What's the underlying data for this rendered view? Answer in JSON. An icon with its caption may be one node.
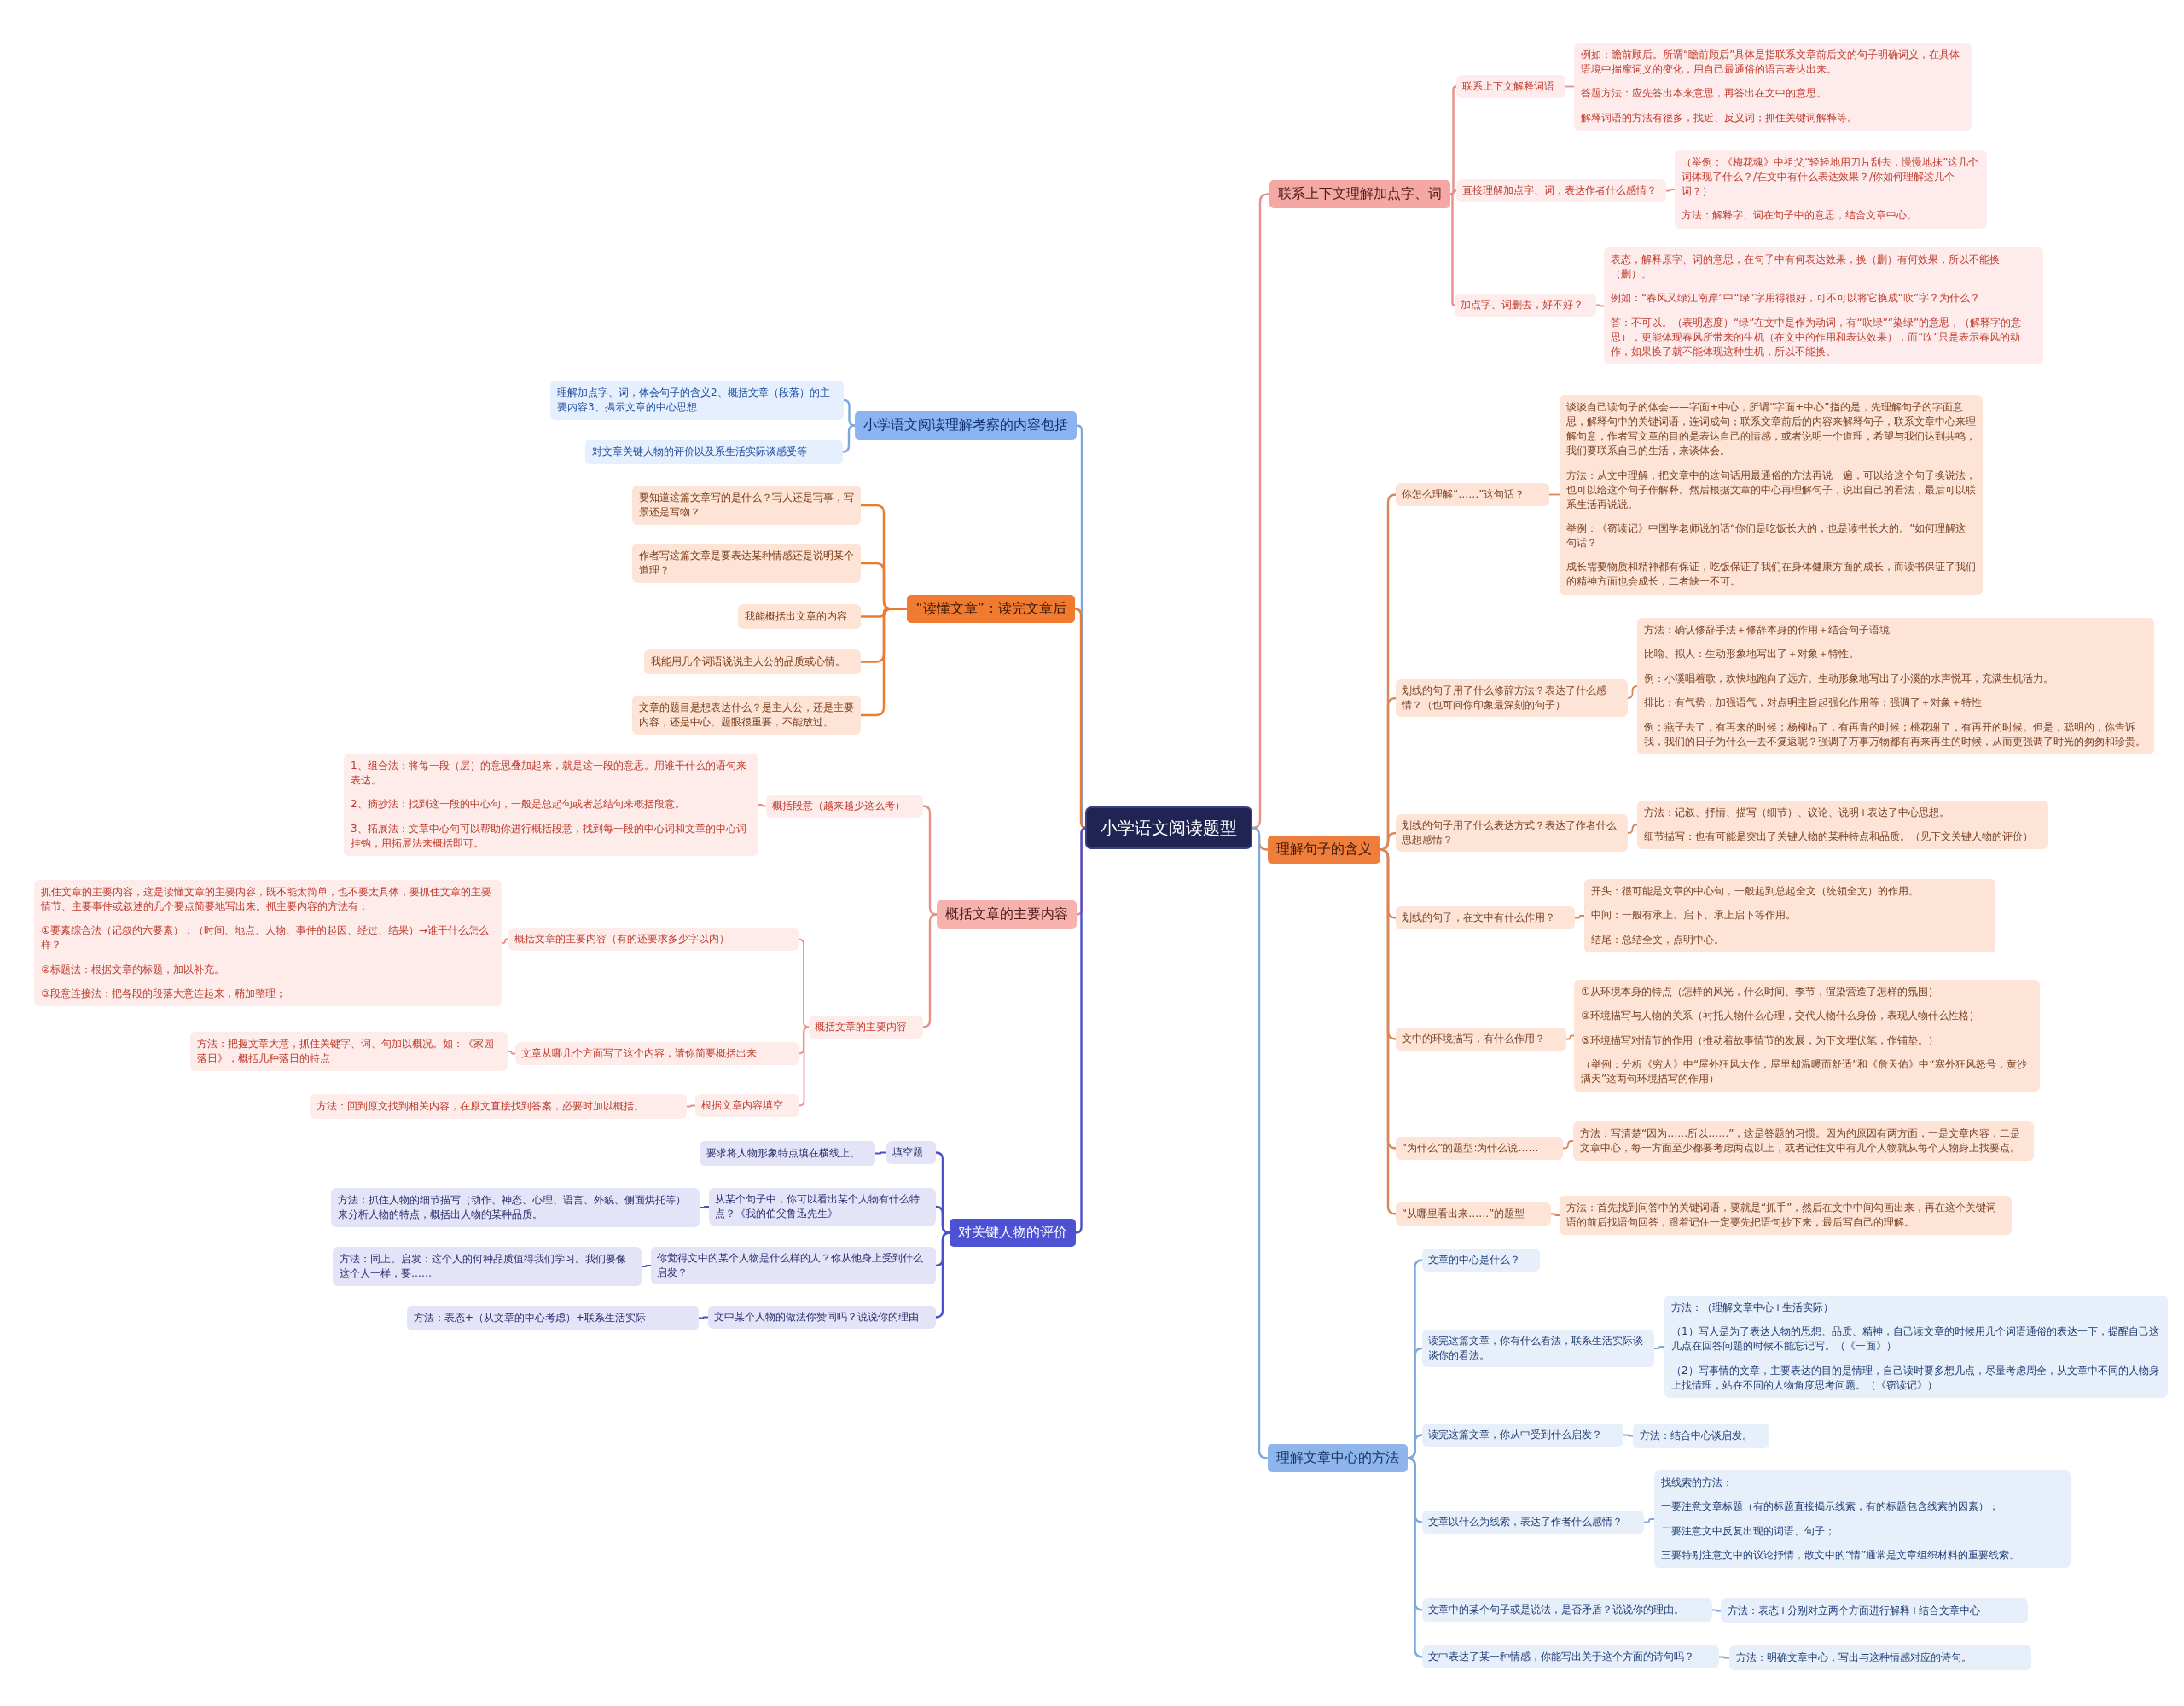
{
  "diagram": {
    "nodes": [
      {
        "text": [
          "小学语文阅读题型"
        ]
      },
      {
        "text": [
          "联系上下文理解加点字、词"
        ]
      },
      {
        "text": [
          "联系上下文解释词语"
        ]
      },
      {
        "text": [
          "例如：瞻前顾后。所谓“瞻前顾后”具体是指联系文章前后文的句子明确词义，在具体语境中揣摩词义的变化，用自己最通俗的语言表达出来。",
          "答题方法：应先答出本来意思，再答出在文中的意思。",
          "解释词语的方法有很多，找近、反义词；抓住关键词解释等。"
        ]
      },
      {
        "text": [
          "直接理解加点字、词，表达作者什么感情？"
        ]
      },
      {
        "text": [
          "（举例：《梅花魂》中祖父“轻轻地用刀片刮去，慢慢地抹”这几个词体现了什么？/在文中有什么表达效果？/你如何理解这几个词？）",
          "方法：解释字、词在句子中的意思，结合文章中心。"
        ]
      },
      {
        "text": [
          "加点字、词删去，好不好？"
        ]
      },
      {
        "text": [
          "表态，解释原字、词的意思，在句子中有何表达效果，换（删）有何效果，所以不能换（删）。",
          "例如：“春风又绿江南岸”中“绿”字用得很好，可不可以将它换成“吹”字？为什么？",
          "答：不可以。（表明态度）“绿”在文中是作为动词，有“吹绿”“染绿”的意思，（解释字的意思），更能体现春风所带来的生机（在文中的作用和表达效果），而“吹”只是表示春风的动作，如果换了就不能体现这种生机，所以不能换。"
        ]
      },
      {
        "text": [
          "理解句子的含义"
        ]
      },
      {
        "text": [
          "你怎么理解“……”这句话？"
        ]
      },
      {
        "text": [
          "谈谈自己读句子的体会——字面+中心，所谓“字面+中心”指的是，先理解句子的字面意思，解释句中的关键词语，连词成句；联系文章前后的内容来解释句子，联系文章中心来理解句意，作者写文章的目的是表达自己的情感，或者说明一个道理，希望与我们达到共鸣，我们要联系自己的生活，来谈体会。",
          "方法：从文中理解，把文章中的这句话用最通俗的方法再说一遍，可以给这个句子换说法，也可以给这个句子作解释。然后根据文章的中心再理解句子，说出自己的看法，最后可以联系生活再说说。",
          "举例：《窃读记》中国学老师说的话“你们是吃饭长大的，也是读书长大的。”如何理解这句话？",
          "成长需要物质和精神都有保证，吃饭保证了我们在身体健康方面的成长，而读书保证了我们的精神方面也会成长，二者缺一不可。"
        ]
      },
      {
        "text": [
          "划线的句子用了什么修辞方法？表达了什么感情？（也可问你印象最深刻的句子）"
        ]
      },
      {
        "text": [
          "方法：确认修辞手法＋修辞本身的作用＋结合句子语境",
          "比喻、拟人：生动形象地写出了＋对象＋特性。",
          "例：小溪唱着歌，欢快地跑向了远方。生动形象地写出了小溪的水声悦耳，充满生机活力。",
          "排比：有气势，加强语气，对点明主旨起强化作用等；强调了＋对象＋特性",
          "例：燕子去了，有再来的时候；杨柳枯了，有再青的时候；桃花谢了，有再开的时候。但是，聪明的，你告诉我，我们的日子为什么一去不复返呢？强调了万事万物都有再来再生的时候，从而更强调了时光的匆匆和珍贵。"
        ]
      },
      {
        "text": [
          "划线的句子用了什么表达方式？表达了作者什么思想感情？"
        ]
      },
      {
        "text": [
          "方法：记叙、抒情、描写（细节）、议论、说明+表达了中心思想。",
          "细节描写：也有可能是突出了关键人物的某种特点和品质。（见下文关键人物的评价）"
        ]
      },
      {
        "text": [
          "划线的句子，在文中有什么作用？"
        ]
      },
      {
        "text": [
          "开头：很可能是文章的中心句，一般起到总起全文（统领全文）的作用。",
          "中间：一般有承上、启下、承上启下等作用。",
          "结尾：总结全文，点明中心。"
        ]
      },
      {
        "text": [
          "文中的环境描写，有什么作用？"
        ]
      },
      {
        "text": [
          "①从环境本身的特点（怎样的风光，什么时间、季节，渲染营造了怎样的氛围）",
          "②环境描写与人物的关系（衬托人物什么心理，交代人物什么身份，表现人物什么性格）",
          "③环境描写对情节的作用（推动着故事情节的发展，为下文埋伏笔，作铺垫。）",
          "（举例：分析《穷人》中“屋外狂风大作，屋里却温暖而舒适”和《詹天佑》中“塞外狂风怒号，黄沙满天”这两句环境描写的作用）"
        ]
      },
      {
        "text": [
          "“为什么”的题型:为什么说……"
        ]
      },
      {
        "text": [
          "方法：写清楚“因为……所以……”，这是答题的习惯。因为的原因有两方面，一是文章内容，二是文章中心，每一方面至少都要考虑两点以上，或者记住文中有几个人物就从每个人物身上找要点。"
        ]
      },
      {
        "text": [
          "“从哪里看出来……”的题型"
        ]
      },
      {
        "text": [
          "方法：首先找到问答中的关键词语，要就是“抓手”，然后在文中中间勾画出来，再在这个关键词语的前后找语句回答，跟着记住一定要先把语句抄下来，最后写自己的理解。"
        ]
      },
      {
        "text": [
          "理解文章中心的方法"
        ]
      },
      {
        "text": [
          "文章的中心是什么？"
        ]
      },
      {
        "text": [
          "读完这篇文章，你有什么看法，联系生活实际谈谈你的看法。"
        ]
      },
      {
        "text": [
          "方法：（理解文章中心+生活实际）",
          "（1）写人是为了表达人物的思想、品质、精神，自己读文章的时候用几个词语通俗的表达一下，提醒自己这几点在回答问题的时候不能忘记写。（《一面》）",
          "（2）写事情的文章，主要表达的目的是情理，自己读时要多想几点，尽量考虑周全，从文章中不同的人物身上找情理，站在不同的人物角度思考问题。（《窃读记》）"
        ]
      },
      {
        "text": [
          "读完这篇文章，你从中受到什么启发？"
        ]
      },
      {
        "text": [
          "方法：结合中心谈启发。"
        ]
      },
      {
        "text": [
          "文章以什么为线索，表达了作者什么感情？"
        ]
      },
      {
        "text": [
          "找线索的方法：",
          "一要注意文章标题（有的标题直接揭示线索，有的标题包含线索的因素）；",
          "二要注意文中反复出现的词语、句子；",
          "三要特别注意文中的议论抒情，散文中的“情”通常是文章组织材料的重要线索。"
        ]
      },
      {
        "text": [
          "文章中的某个句子或是说法，是否矛盾？说说你的理由。"
        ]
      },
      {
        "text": [
          "方法：表态+分别对立两个方面进行解释+结合文章中心"
        ]
      },
      {
        "text": [
          "文中表达了某一种情感，你能写出关于这个方面的诗句吗？"
        ]
      },
      {
        "text": [
          "方法：明确文章中心，写出与这种情感对应的诗句。"
        ]
      },
      {
        "text": [
          "小学语文阅读理解考察的内容包括"
        ]
      },
      {
        "text": [
          "理解加点字、词，体会句子的含义2、概括文章（段落）的主要内容3、揭示文章的中心思想"
        ]
      },
      {
        "text": [
          "对文章关键人物的评价以及系生活实际谈感受等"
        ]
      },
      {
        "text": [
          "“读懂文章”：读完文章后"
        ]
      },
      {
        "text": [
          "要知道这篇文章写的是什么？写人还是写事，写景还是写物？"
        ]
      },
      {
        "text": [
          "作者写这篇文章是要表达某种情感还是说明某个道理？"
        ]
      },
      {
        "text": [
          "我能概括出文章的内容"
        ]
      },
      {
        "text": [
          "我能用几个词语说说主人公的品质或心情。"
        ]
      },
      {
        "text": [
          "文章的题目是想表达什么？是主人公，还是主要内容，还是中心。题眼很重要，不能放过。"
        ]
      },
      {
        "text": [
          "概括文章的主要内容"
        ]
      },
      {
        "text": [
          "概括段意（越来越少这么考）"
        ]
      },
      {
        "text": [
          "1、组合法：将每一段（层）的意思叠加起来，就是这一段的意思。用谁干什么的语句来表达。",
          "2、摘抄法：找到这一段的中心句，一般是总起句或者总结句来概括段意。",
          "3、拓展法：文章中心句可以帮助你进行概括段意，找到每一段的中心词和文章的中心词挂钩，用拓展法来概括即可。"
        ]
      },
      {
        "text": [
          "概括文章的主要内容"
        ]
      },
      {
        "text": [
          "概括文章的主要内容（有的还要求多少字以内）"
        ]
      },
      {
        "text": [
          "抓住文章的主要内容，这是读懂文章的主要内容，既不能太简单，也不要太具体，要抓住文章的主要情节、主要事件或叙述的几个要点简要地写出来。抓主要内容的方法有：",
          "①要素综合法（记叙的六要素）：（时间、地点、人物、事件的起因、经过、结果）→谁干什么怎么样？",
          "②标题法：根据文章的标题，加以补充。",
          "③段意连接法：把各段的段落大意连起来，稍加整理；"
        ]
      },
      {
        "text": [
          "文章从哪几个方面写了这个内容，请你简要概括出来"
        ]
      },
      {
        "text": [
          "方法：把握文章大意，抓住关键字、词、句加以概况。如：《家园落日》，概括几种落日的特点"
        ]
      },
      {
        "text": [
          "根据文章内容填空"
        ]
      },
      {
        "text": [
          "方法：回到原文找到相关内容，在原文直接找到答案，必要时加以概括。"
        ]
      },
      {
        "text": [
          "对关键人物的评价"
        ]
      },
      {
        "text": [
          "填空题"
        ]
      },
      {
        "text": [
          "要求将人物形象特点填在横线上。"
        ]
      },
      {
        "text": [
          "从某个句子中，你可以看出某个人物有什么特点？《我的伯父鲁迅先生》"
        ]
      },
      {
        "text": [
          "方法：抓住人物的细节描写（动作、神态、心理、语言、外貌、侧面烘托等）来分析人物的特点，概括出人物的某种品质。"
        ]
      },
      {
        "text": [
          "你觉得文中的某个人物是什么样的人？你从他身上受到什么启发？"
        ]
      },
      {
        "text": [
          "方法：同上。启发：这个人的何种品质值得我们学习。我们要像这个人一样，要……"
        ]
      },
      {
        "text": [
          "文中某个人物的做法你赞同吗？说说你的理由"
        ]
      },
      {
        "text": [
          "方法：表态+（从文章的中心考虑）+联系生活实际"
        ]
      }
    ],
    "edges": [
      {
        "from": 0,
        "to": 1,
        "arrow": "none"
      },
      {
        "from": 1,
        "to": 2,
        "arrow": "none"
      },
      {
        "from": 2,
        "to": 3,
        "arrow": "none"
      },
      {
        "from": 1,
        "to": 4,
        "arrow": "none"
      },
      {
        "from": 4,
        "to": 5,
        "arrow": "none"
      },
      {
        "from": 1,
        "to": 6,
        "arrow": "none"
      },
      {
        "from": 6,
        "to": 7,
        "arrow": "none"
      },
      {
        "from": 0,
        "to": 8,
        "arrow": "none",
        "color": "#d9875a"
      },
      {
        "from": 8,
        "to": 9,
        "arrow": "none",
        "color": "#d9875a"
      },
      {
        "from": 9,
        "to": 10,
        "arrow": "none",
        "color": "#d9875a"
      },
      {
        "from": 8,
        "to": 11,
        "arrow": "none",
        "color": "#d9875a"
      },
      {
        "from": 11,
        "to": 12,
        "arrow": "none",
        "color": "#d9875a"
      },
      {
        "from": 8,
        "to": 13,
        "arrow": "none",
        "color": "#d9875a"
      },
      {
        "from": 13,
        "to": 14,
        "arrow": "none",
        "color": "#d9875a"
      },
      {
        "from": 8,
        "to": 15,
        "arrow": "none",
        "color": "#d9875a"
      },
      {
        "from": 15,
        "to": 16,
        "arrow": "none",
        "color": "#d9875a"
      },
      {
        "from": 8,
        "to": 17,
        "arrow": "none",
        "color": "#d9875a"
      },
      {
        "from": 17,
        "to": 18,
        "arrow": "none",
        "color": "#d9875a"
      },
      {
        "from": 8,
        "to": 19,
        "arrow": "none",
        "color": "#d9875a"
      },
      {
        "from": 19,
        "to": 20,
        "arrow": "none",
        "color": "#d9875a"
      },
      {
        "from": 8,
        "to": 21,
        "arrow": "none",
        "color": "#d9875a"
      },
      {
        "from": 21,
        "to": 22,
        "arrow": "none",
        "color": "#d9875a"
      },
      {
        "from": 0,
        "to": 23,
        "arrow": "none",
        "color": "#7ea7dd"
      },
      {
        "from": 23,
        "to": 24,
        "arrow": "none",
        "color": "#7ea7dd"
      },
      {
        "from": 23,
        "to": 25,
        "arrow": "none",
        "color": "#7ea7dd"
      },
      {
        "from": 25,
        "to": 26,
        "arrow": "none",
        "color": "#7ea7dd"
      },
      {
        "from": 23,
        "to": 27,
        "arrow": "none",
        "color": "#7ea7dd"
      },
      {
        "from": 27,
        "to": 28,
        "arrow": "none",
        "color": "#7ea7dd"
      },
      {
        "from": 23,
        "to": 29,
        "arrow": "none",
        "color": "#7ea7dd"
      },
      {
        "from": 29,
        "to": 30,
        "arrow": "none",
        "color": "#7ea7dd"
      },
      {
        "from": 23,
        "to": 31,
        "arrow": "none",
        "color": "#7ea7dd"
      },
      {
        "from": 31,
        "to": 32,
        "arrow": "none",
        "color": "#7ea7dd"
      },
      {
        "from": 23,
        "to": 33,
        "arrow": "none",
        "color": "#7ea7dd"
      },
      {
        "from": 33,
        "to": 34,
        "arrow": "none",
        "color": "#7ea7dd"
      },
      {
        "from": 0,
        "to": 35,
        "arrow": "none",
        "color": "#7ea7dd"
      },
      {
        "from": 35,
        "to": 36,
        "arrow": "none",
        "color": "#7ea7dd"
      },
      {
        "from": 35,
        "to": 37,
        "arrow": "none",
        "color": "#7ea7dd"
      },
      {
        "from": 0,
        "to": 38,
        "arrow": "none",
        "color": "#ec7a30"
      },
      {
        "from": 38,
        "to": 39,
        "arrow": "none",
        "color": "#ec7a30"
      },
      {
        "from": 38,
        "to": 40,
        "arrow": "none",
        "color": "#ec7a30"
      },
      {
        "from": 38,
        "to": 41,
        "arrow": "none",
        "color": "#ec7a30"
      },
      {
        "from": 38,
        "to": 42,
        "arrow": "none",
        "color": "#ec7a30"
      },
      {
        "from": 38,
        "to": 43,
        "arrow": "none",
        "color": "#ec7a30"
      },
      {
        "from": 0,
        "to": 44,
        "arrow": "none"
      },
      {
        "from": 44,
        "to": 45,
        "arrow": "none"
      },
      {
        "from": 45,
        "to": 46,
        "arrow": "none"
      },
      {
        "from": 44,
        "to": 47,
        "arrow": "none"
      },
      {
        "from": 47,
        "to": 48,
        "arrow": "none"
      },
      {
        "from": 48,
        "to": 49,
        "arrow": "none"
      },
      {
        "from": 47,
        "to": 50,
        "arrow": "none"
      },
      {
        "from": 50,
        "to": 51,
        "arrow": "none"
      },
      {
        "from": 47,
        "to": 52,
        "arrow": "none"
      },
      {
        "from": 52,
        "to": 53,
        "arrow": "none"
      },
      {
        "from": 0,
        "to": 54,
        "arrow": "none",
        "color": "#4b4fc9"
      },
      {
        "from": 54,
        "to": 55,
        "arrow": "none",
        "color": "#4b4fc9"
      },
      {
        "from": 55,
        "to": 56,
        "arrow": "none",
        "color": "#4b4fc9"
      },
      {
        "from": 54,
        "to": 57,
        "arrow": "none",
        "color": "#4b4fc9"
      },
      {
        "from": 57,
        "to": 58,
        "arrow": "none",
        "color": "#4b4fc9"
      },
      {
        "from": 54,
        "to": 59,
        "arrow": "none",
        "color": "#4b4fc9"
      },
      {
        "from": 59,
        "to": 60,
        "arrow": "none",
        "color": "#4b4fc9"
      },
      {
        "from": 54,
        "to": 61,
        "arrow": "none",
        "color": "#4b4fc9"
      },
      {
        "from": 61,
        "to": 62,
        "arrow": "none",
        "color": "#4b4fc9"
      }
    ]
  }
}
